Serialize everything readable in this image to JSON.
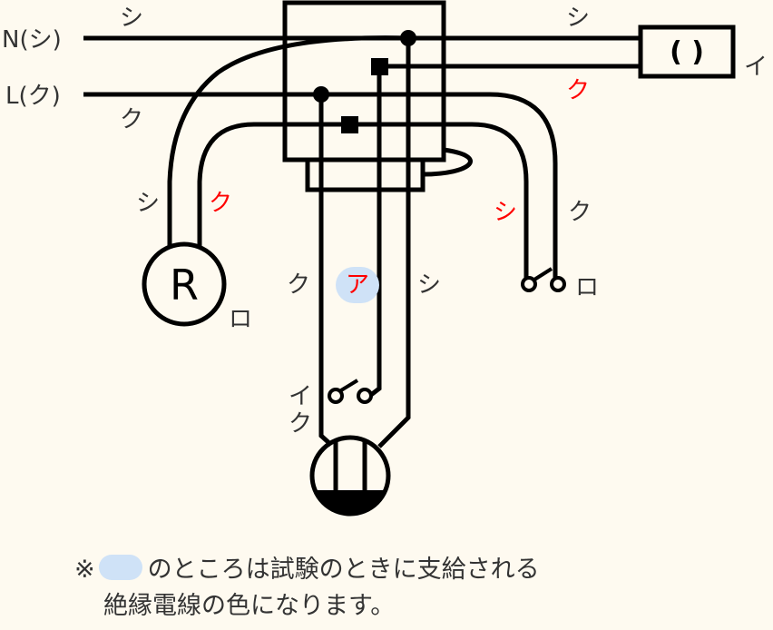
{
  "diagram": {
    "type": "wiring-diagram",
    "background": "#fefaf0",
    "accent_red": "#ff0000",
    "highlight_blue": "#cfe2f7",
    "source_labels": {
      "neutral": "N(シ)",
      "line": "L(ク)"
    },
    "wire_labels": {
      "top_left_n": "シ",
      "top_left_l": "ク",
      "top_right_n": "シ",
      "top_right_red": "ク",
      "receptacle_left": "シ",
      "receptacle_right_red": "ク",
      "switch_ro_left_red": "シ",
      "switch_ro_right": "ク",
      "lamp_left": "ク",
      "lamp_center_answer": "ア",
      "lamp_right": "シ",
      "switch_i_label": "イ",
      "switch_i_wire": "ク"
    },
    "devices": {
      "box_fixture_symbol": "( )",
      "box_fixture_label": "イ",
      "receptacle_symbol": "R",
      "receptacle_label": "ロ",
      "switch_ro_label": "ロ"
    },
    "note": {
      "mark": "※",
      "line1": "のところは試験のときに支給される",
      "line2": "絶縁電線の色になります。"
    }
  }
}
